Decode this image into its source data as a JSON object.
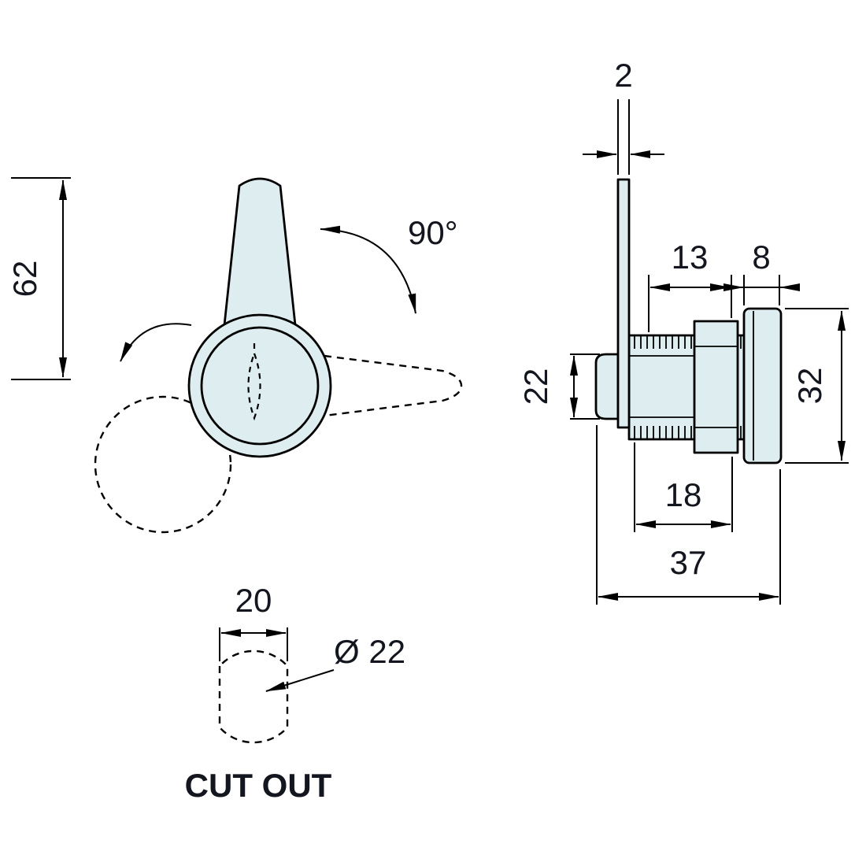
{
  "colors": {
    "part_fill": "#ddedf0",
    "line": "#000000",
    "text": "#14161f",
    "background": "#ffffff"
  },
  "front_view": {
    "handle_length": "62",
    "rotation_angle": "90°"
  },
  "cutout": {
    "caption": "CUT OUT",
    "flat_width": "20",
    "diameter": "Ø 22"
  },
  "side_view": {
    "cam_thickness": "2",
    "grip_length": "13",
    "head_depth": "8",
    "body_diameter": "22",
    "head_diameter": "32",
    "thread_length": "18",
    "overall_length": "37"
  }
}
